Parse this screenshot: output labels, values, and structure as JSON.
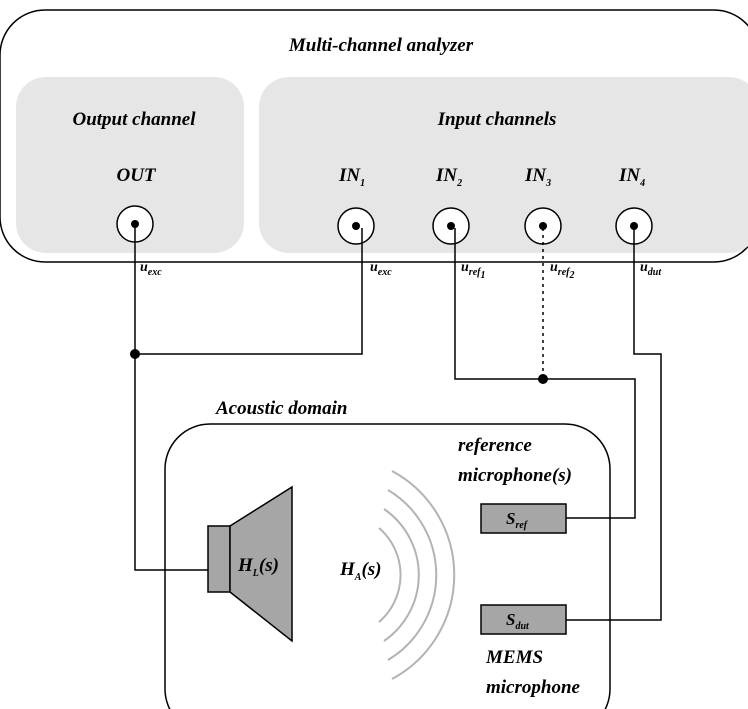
{
  "analyzer": {
    "title": "Multi-channel analyzer",
    "output_panel": {
      "title": "Output channel",
      "port": "OUT",
      "signal": {
        "base": "u",
        "sub": "exc"
      }
    },
    "input_panel": {
      "title": "Input channels",
      "ports": [
        {
          "base": "IN",
          "sub": "1",
          "signal": {
            "base": "u",
            "sub": "exc",
            "subsub": ""
          }
        },
        {
          "base": "IN",
          "sub": "2",
          "signal": {
            "base": "u",
            "sub": "ref",
            "subsub": "1"
          }
        },
        {
          "base": "IN",
          "sub": "3",
          "signal": {
            "base": "u",
            "sub": "ref",
            "subsub": "2"
          }
        },
        {
          "base": "IN",
          "sub": "4",
          "signal": {
            "base": "u",
            "sub": "dut",
            "subsub": ""
          }
        }
      ]
    }
  },
  "acoustic": {
    "title": "Acoustic domain",
    "loudspeaker": {
      "base": "H",
      "sub": "L",
      "arg": "(s)"
    },
    "path": {
      "base": "H",
      "sub": "A",
      "arg": "(s)"
    },
    "reference": {
      "label_line1": "reference",
      "label_line2": "microphone(s)",
      "box": {
        "base": "S",
        "sub": "ref"
      }
    },
    "dut": {
      "label_line1": "MEMS",
      "label_line2": "microphone",
      "box": {
        "base": "S",
        "sub": "dut"
      }
    }
  },
  "colors": {
    "line": "#000000",
    "panel_fill": "#e6e6e6",
    "component_fill": "#a6a6a6",
    "wave": "#b3b3b3",
    "background": "#ffffff"
  }
}
